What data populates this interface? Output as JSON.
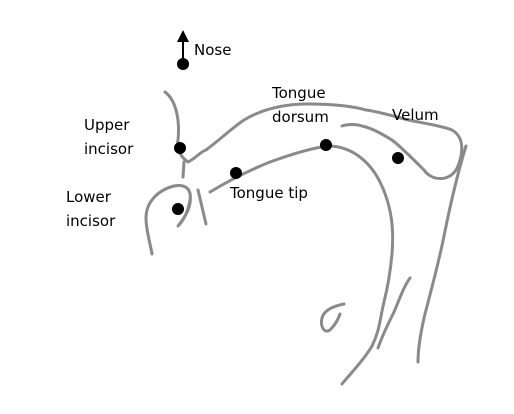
{
  "labels": {
    "nose": "Nose",
    "upper_incisor_line1": "Upper",
    "upper_incisor_line2": "incisor",
    "lower_incisor_line1": "Lower",
    "lower_incisor_line2": "incisor",
    "tongue_dorsum_line1": "Tongue",
    "tongue_dorsum_line2": "dorsum",
    "velum": "Velum",
    "tongue_tip": "Tongue tip"
  },
  "colors": {
    "outline": "#8a8a8a",
    "marker": "#000000",
    "background": "#ffffff"
  }
}
